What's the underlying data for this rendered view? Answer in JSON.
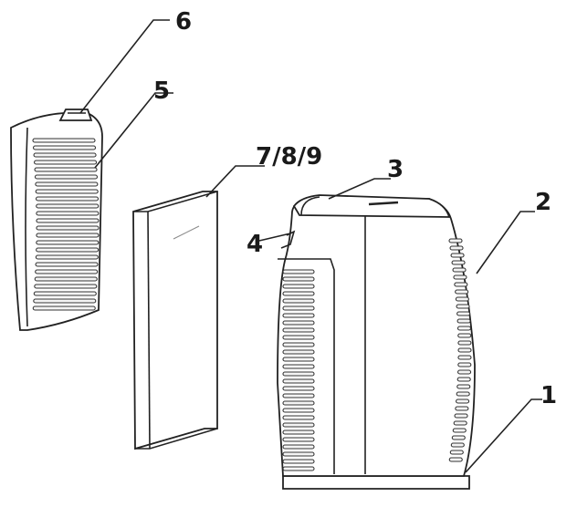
{
  "labels": {
    "base": "1",
    "rear_grille": "2",
    "top_panel": "3",
    "latch": "4",
    "front_grille": "5",
    "top_tab": "6",
    "filter": "7/8/9"
  }
}
